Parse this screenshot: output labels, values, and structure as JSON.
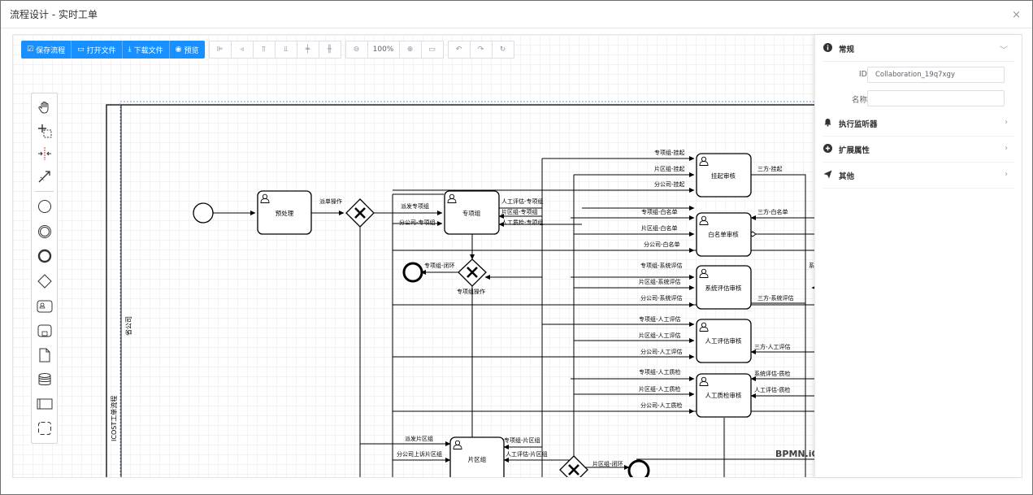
{
  "dialog": {
    "title": "流程设计 - 实时工单",
    "close_glyph": "×"
  },
  "toolbar": {
    "save": "保存流程",
    "open": "打开文件",
    "download": "下载文件",
    "preview": "预览",
    "zoom": "100%"
  },
  "canvas": {
    "logo": "BPMN.iO",
    "pool_label": "ICOST工单流程",
    "lane_label": "省公司",
    "tasks": {
      "preprocess": "预处理",
      "special": "专项组",
      "suspend_review": "挂起审核",
      "whitelist_review": "白名单审核",
      "system_eval_review": "系统评估审核",
      "manual_eval_review": "人工评估审核",
      "manual_qc_review": "人工质检审核",
      "district": "片区组"
    },
    "flows": {
      "dispatch_op": "派单操作",
      "dispatch_special": "派发专项组",
      "branch_special": "分公司-专项组",
      "special_op": "专项组操作",
      "special_close": "专项组-闭环",
      "manual_eval_special": "人工评估-专项组",
      "district_special": "片区组-专项组",
      "manual_qc_special": "人工质检-专项组",
      "special_suspend": "专项组-挂起",
      "district_suspend": "片区组-挂起",
      "branch_suspend": "分公司-挂起",
      "third_suspend": "三方-挂起",
      "special_whitelist": "专项组-白名单",
      "district_whitelist": "片区组-白名单",
      "branch_whitelist": "分公司-白名单",
      "third_whitelist": "三方-白名单",
      "special_syseval": "专项组-系统评估",
      "district_syseval": "片区组-系统评估",
      "branch_syseval": "分公司-系统评估",
      "third_syseval": "三方-系统评估",
      "special_maneval": "专项组-人工评估",
      "district_maneval": "片区组-人工评估",
      "branch_maneval": "分公司-人工评估",
      "third_maneval": "三方-人工评估",
      "special_qc": "专项组-人工质检",
      "district_qc": "片区组-人工质检",
      "branch_qc": "分公司-人工质检",
      "syseval_qc": "系统评估-质检",
      "maneval_qc": "人工评估-质检",
      "dispatch_district": "派发片区组",
      "branch_report_district": "分公司上诉片区组",
      "special_district": "专项组-片区组",
      "maneval_district": "人工评估-片区组",
      "district_close": "片区组-闭环",
      "cut_label": "系"
    }
  },
  "panel": {
    "general": {
      "title": "常规",
      "icon": "info-icon"
    },
    "id_label": "ID",
    "id_value": "Collaboration_19q7xgy",
    "name_label": "名称",
    "name_value": "",
    "listeners": {
      "title": "执行监听器",
      "icon": "bell-icon"
    },
    "ext": {
      "title": "扩展属性",
      "icon": "plus-circle-icon"
    },
    "other": {
      "title": "其他",
      "icon": "send-icon"
    }
  },
  "colors": {
    "primary": "#1890ff",
    "line": "#000000"
  }
}
